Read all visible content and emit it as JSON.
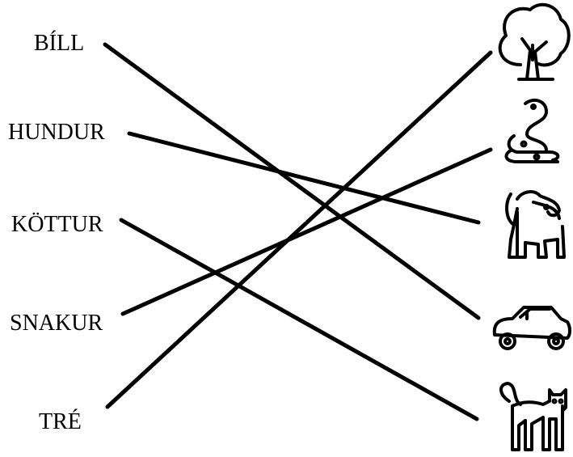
{
  "words": [
    {
      "id": "bill",
      "text": "BÍLL"
    },
    {
      "id": "hundur",
      "text": "HUNDUR"
    },
    {
      "id": "kottur",
      "text": "KÖTTUR"
    },
    {
      "id": "snakur",
      "text": "SNAKUR"
    },
    {
      "id": "tre",
      "text": "TRÉ"
    }
  ],
  "pictures": [
    {
      "id": "tree",
      "icon": "tree-icon"
    },
    {
      "id": "snake",
      "icon": "snake-icon"
    },
    {
      "id": "dog",
      "icon": "dog-icon"
    },
    {
      "id": "car",
      "icon": "car-icon"
    },
    {
      "id": "cat",
      "icon": "cat-icon"
    }
  ],
  "connections": [
    {
      "word": "bill",
      "picture": "car"
    },
    {
      "word": "hundur",
      "picture": "dog"
    },
    {
      "word": "kottur",
      "picture": "cat"
    },
    {
      "word": "snakur",
      "picture": "snake"
    },
    {
      "word": "tre",
      "picture": "tree"
    }
  ],
  "colors": {
    "line": "#000000",
    "icon": "#000000",
    "background": "#ffffff"
  }
}
